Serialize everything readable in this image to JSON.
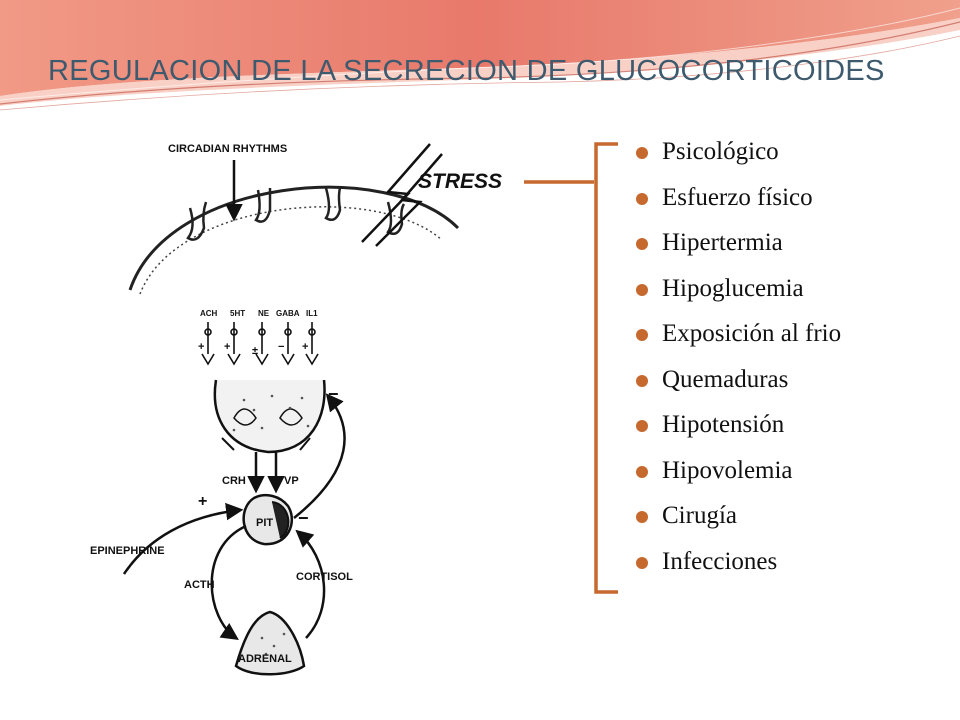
{
  "slide": {
    "title": "REGULACION DE LA SECRECION DE GLUCOCORTICOIDES"
  },
  "figure": {
    "circadian_label": "CIRCADIAN RHYTHMS",
    "stress_label": "STRESS",
    "neurotransmitters": [
      "ACH",
      "5HT",
      "NE",
      "GABA",
      "IL1"
    ],
    "signs": [
      "+",
      "+",
      "±",
      "−",
      "+"
    ],
    "crh_label": "CRH",
    "vp_label": "VP",
    "pit_label": "PIT",
    "epinephrine_label": "EPINEPHRINE",
    "acth_label": "ACTH",
    "cortisol_label": "CORTISOL",
    "adrenal_label": "ADRENAL",
    "plus_sign": "+",
    "minus_sign": "−"
  },
  "stressors": [
    "Psicológico",
    "Esfuerzo físico",
    "Hipertermia",
    "Hipoglucemia",
    "Exposición al frio",
    "Quemaduras",
    "Hipotensión",
    "Hipovolemia",
    "Cirugía",
    "Infecciones"
  ],
  "colors": {
    "accent": "#c6692f",
    "title": "#3d5a6e",
    "banner": "#e87a6c"
  }
}
